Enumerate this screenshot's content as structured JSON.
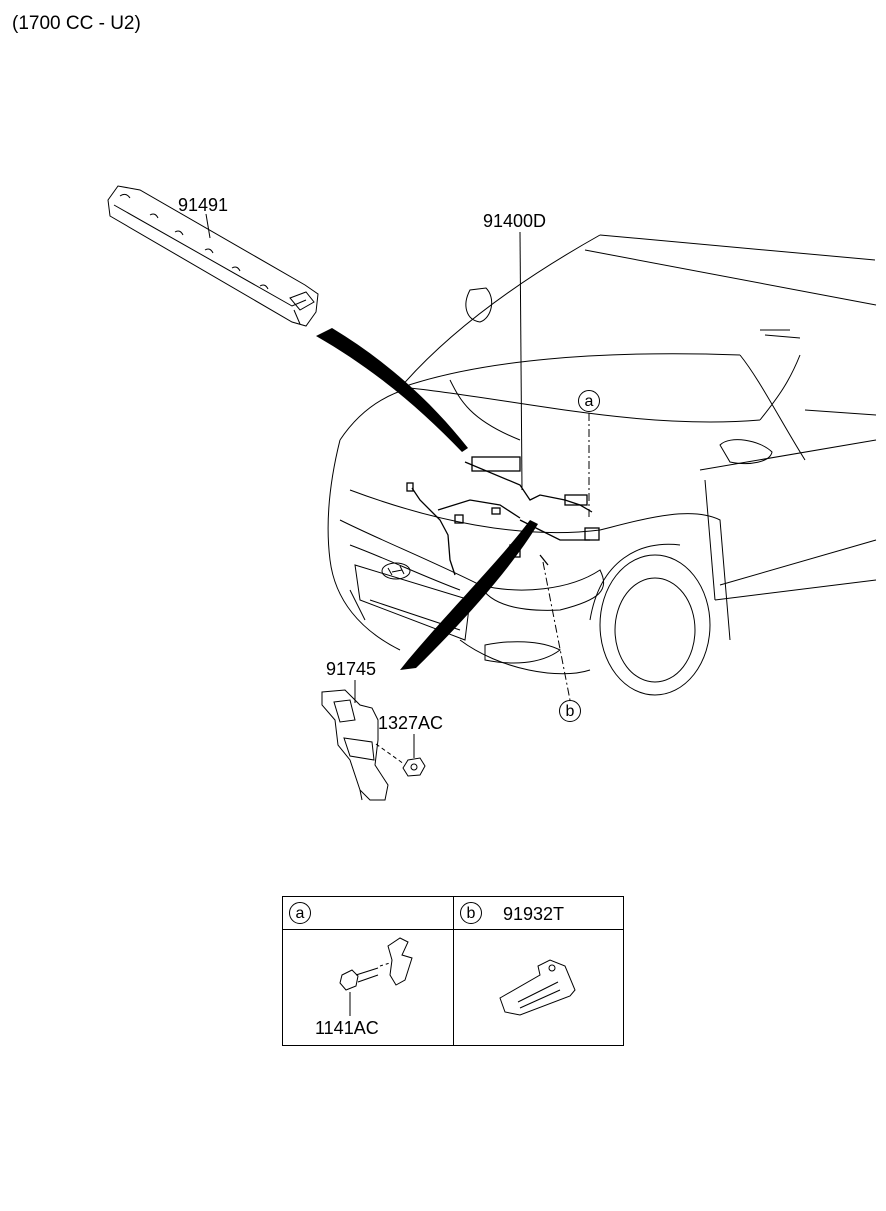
{
  "title": "(1700 CC - U2)",
  "parts": {
    "p91491": "91491",
    "p91400D": "91400D",
    "p91745": "91745",
    "p1327AC": "1327AC",
    "p1141AC": "1141AC",
    "p91932T": "91932T"
  },
  "callouts": {
    "a": "a",
    "b": "b"
  },
  "detail_table": {
    "col_a_marker": "a",
    "col_b_marker": "b",
    "col_b_part": "91932T",
    "col_a_part": "1141AC"
  }
}
